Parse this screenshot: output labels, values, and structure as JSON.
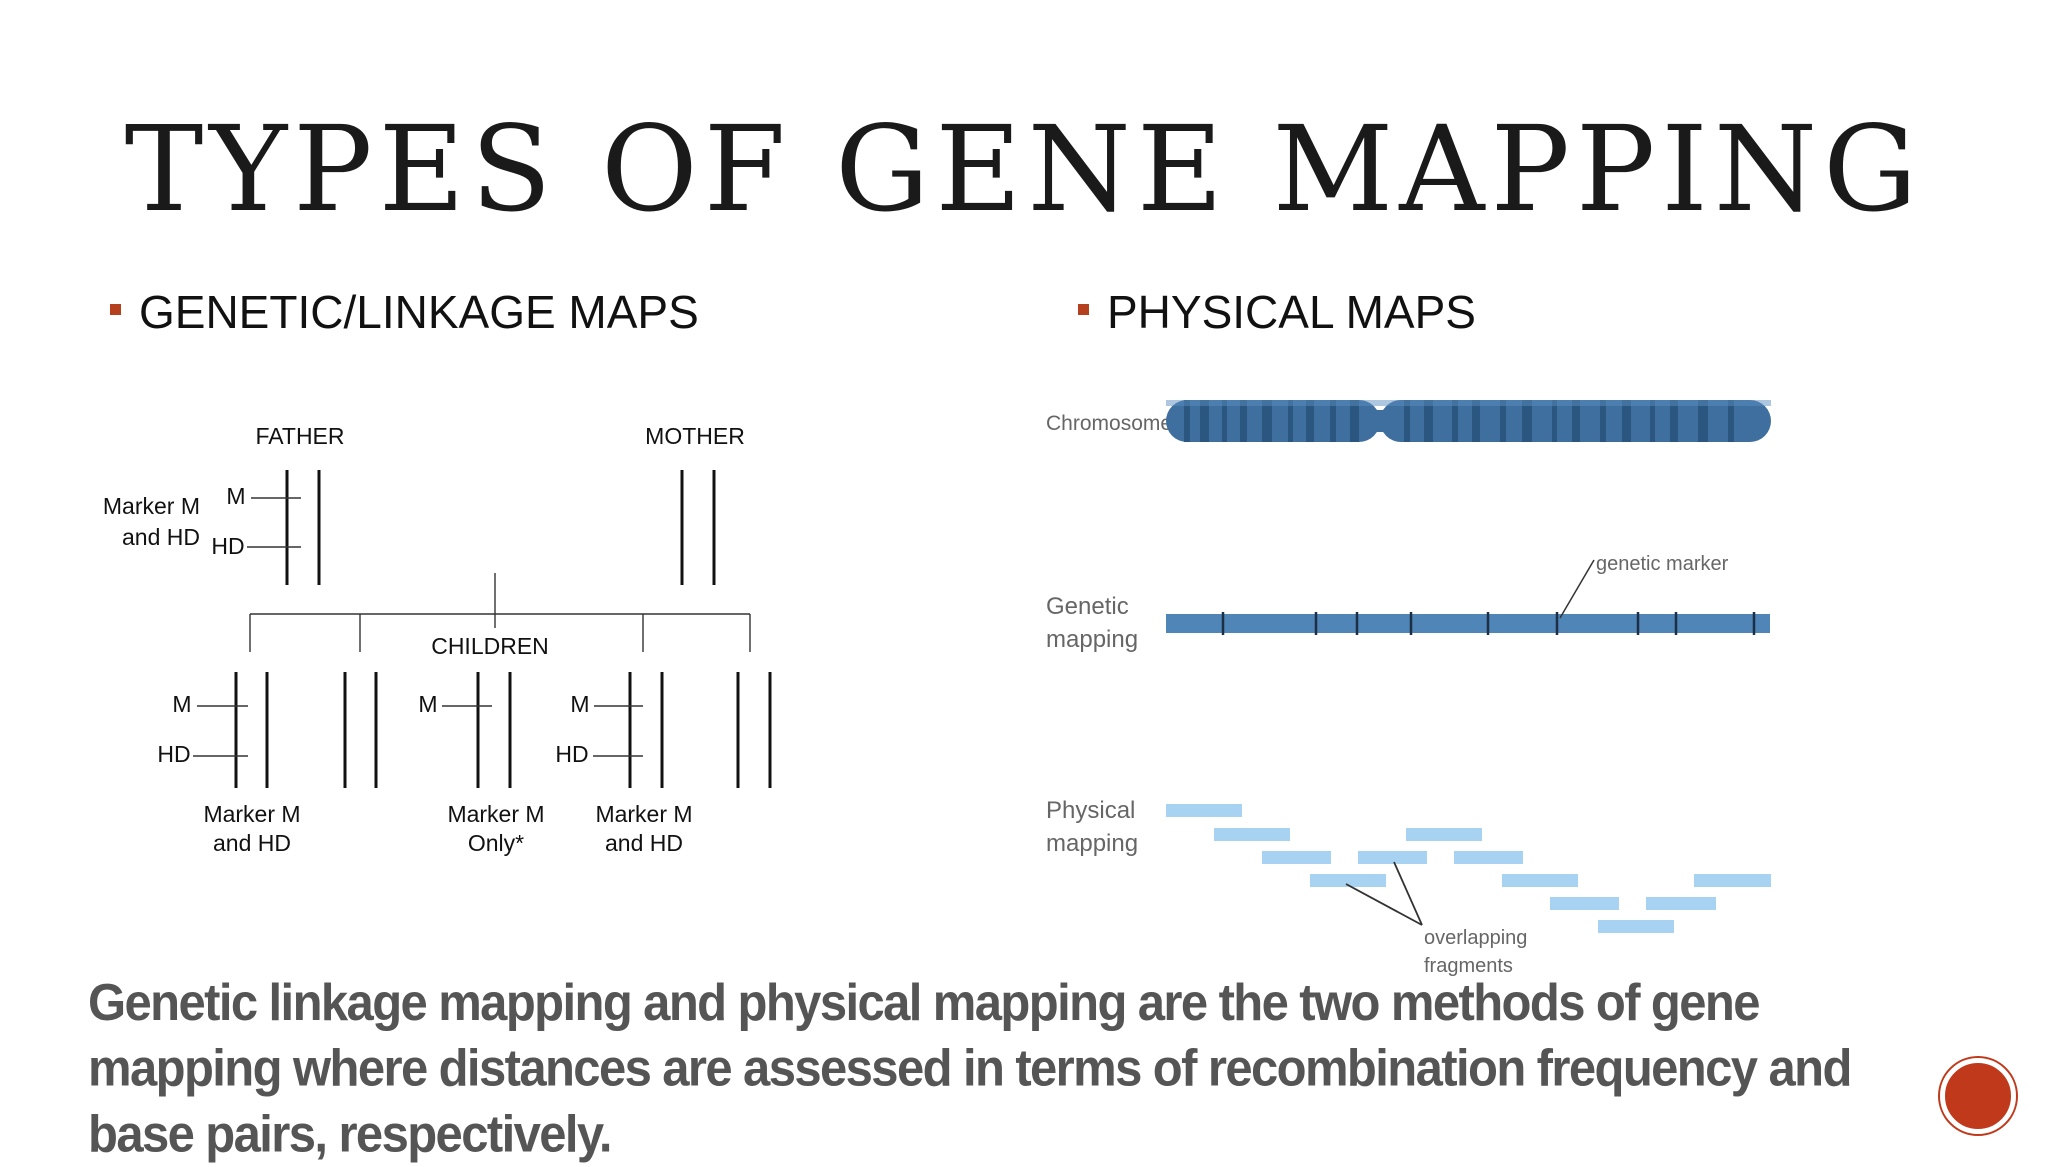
{
  "slide": {
    "title": "TYPES OF GENE MAPPING",
    "bullets": {
      "left": "GENETIC/LINKAGE MAPS",
      "right": "PHYSICAL MAPS"
    },
    "caption": "Genetic linkage mapping and physical mapping are the two methods of gene mapping where distances are assessed in terms of recombination frequency and base pairs, respectively.",
    "accent_color": "#b5401e"
  },
  "linkage_diagram": {
    "father": "FATHER",
    "mother": "MOTHER",
    "children": "CHILDREN",
    "father_marker_line1": "Marker M",
    "father_marker_line2": "and HD",
    "label_m": "M",
    "label_hd": "HD",
    "child1_line1": "Marker M",
    "child1_line2": "and HD",
    "child2_line1": "Marker M",
    "child2_line2": "Only*",
    "child3_line1": "Marker M",
    "child3_line2": "and HD"
  },
  "physical_diagram": {
    "chromosome_label": "Chromosome",
    "genetic_label_line1": "Genetic",
    "genetic_label_line2": "mapping",
    "physical_label_line1": "Physical",
    "physical_label_line2": "mapping",
    "genetic_marker": "genetic marker",
    "overlapping_line1": "overlapping",
    "overlapping_line2": "fragments",
    "chromosome_color": "#3f6f9f",
    "genetic_bar_color": "#4f86b7",
    "fragment_color": "#a8d2f2"
  }
}
